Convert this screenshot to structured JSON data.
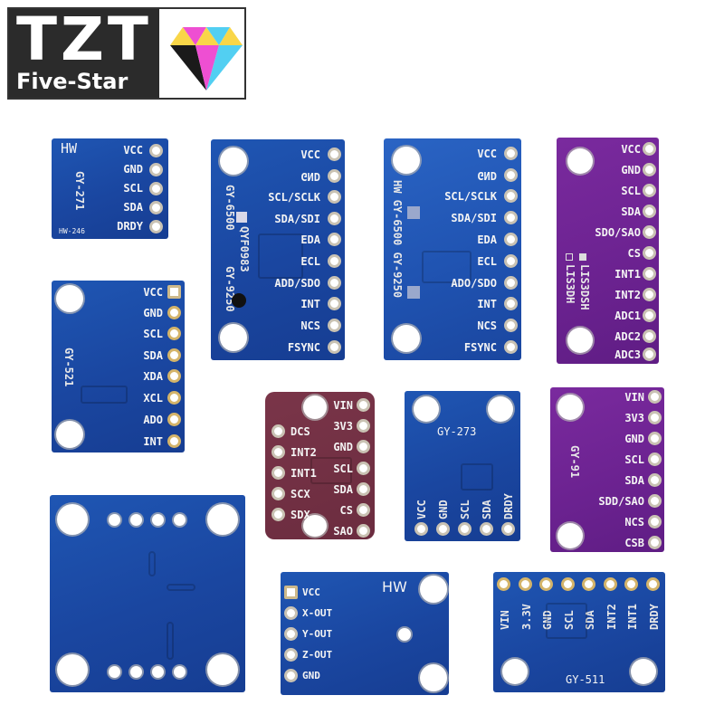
{
  "logo": {
    "brand": "TZT",
    "subtitle": "Five-Star",
    "gem_colors": [
      "#f9d648",
      "#ee4fd2",
      "#52cff2",
      "#1a1a1a"
    ]
  },
  "boards": {
    "gy271": {
      "color": "#1b4aa0",
      "brand": "HW",
      "model": "GY-271",
      "code": "HW-246",
      "pins": [
        "VCC",
        "GND",
        "SCL",
        "SDA",
        "DRDY"
      ]
    },
    "gy6500_a": {
      "color": "#1b4aa0",
      "model_1": "GY-6500",
      "model_2": "GY-9250",
      "chip_code": "QYF0983",
      "pins": [
        "VCC",
        "GND",
        "SCL/SCLK",
        "SDA/SDI",
        "EDA",
        "ECL",
        "ADD/SDO",
        "INT",
        "NCS",
        "FSYNC"
      ]
    },
    "gy6500_b": {
      "color": "#2a64c4",
      "model": "HW GY-6500 GY-9250",
      "pins": [
        "VCC",
        "GND",
        "SCL/SCLK",
        "SDA/SDI",
        "EDA",
        "ECL",
        "ADO/SDO",
        "INT",
        "NCS",
        "FSYNC"
      ]
    },
    "lis3dsh": {
      "color": "#6b2290",
      "model_1": "LIS3DSH",
      "model_2": "LIS3DH",
      "pins": [
        "VCC",
        "GND",
        "SCL",
        "SDA",
        "SDO/SAO",
        "CS",
        "INT1",
        "INT2",
        "ADC1",
        "ADC2",
        "ADC3"
      ]
    },
    "gy521": {
      "color": "#1b4aa0",
      "model": "GY-521",
      "pins": [
        "VCC",
        "GND",
        "SCL",
        "SDA",
        "XDA",
        "XCL",
        "ADO",
        "INT"
      ]
    },
    "maroon": {
      "color": "#6b2c3f",
      "pins_left": [
        "DCS",
        "INT2",
        "INT1",
        "SCX",
        "SDX"
      ],
      "pins_right": [
        "VIN",
        "3V3",
        "GND",
        "SCL",
        "SDA",
        "CS",
        "SAO"
      ]
    },
    "gy273": {
      "color": "#1b4aa0",
      "model": "GY-273",
      "pins": [
        "VCC",
        "GND",
        "SCL",
        "SDA",
        "DRDY"
      ]
    },
    "gy91": {
      "color": "#6b2290",
      "model": "GY-91",
      "pins": [
        "VIN",
        "3V3",
        "GND",
        "SCL",
        "SDA",
        "SDD/SAO",
        "NCS",
        "CSB"
      ]
    },
    "plain": {
      "color": "#1b4aa0"
    },
    "adxl": {
      "color": "#1b4aa0",
      "brand": "HW",
      "pins": [
        "VCC",
        "X-OUT",
        "Y-OUT",
        "Z-OUT",
        "GND"
      ]
    },
    "gy511": {
      "color": "#1b4aa0",
      "model": "GY-511",
      "pins": [
        "VIN",
        "3.3V",
        "GND",
        "SCL",
        "SDA",
        "INT2",
        "INT1",
        "DRDY"
      ]
    }
  }
}
